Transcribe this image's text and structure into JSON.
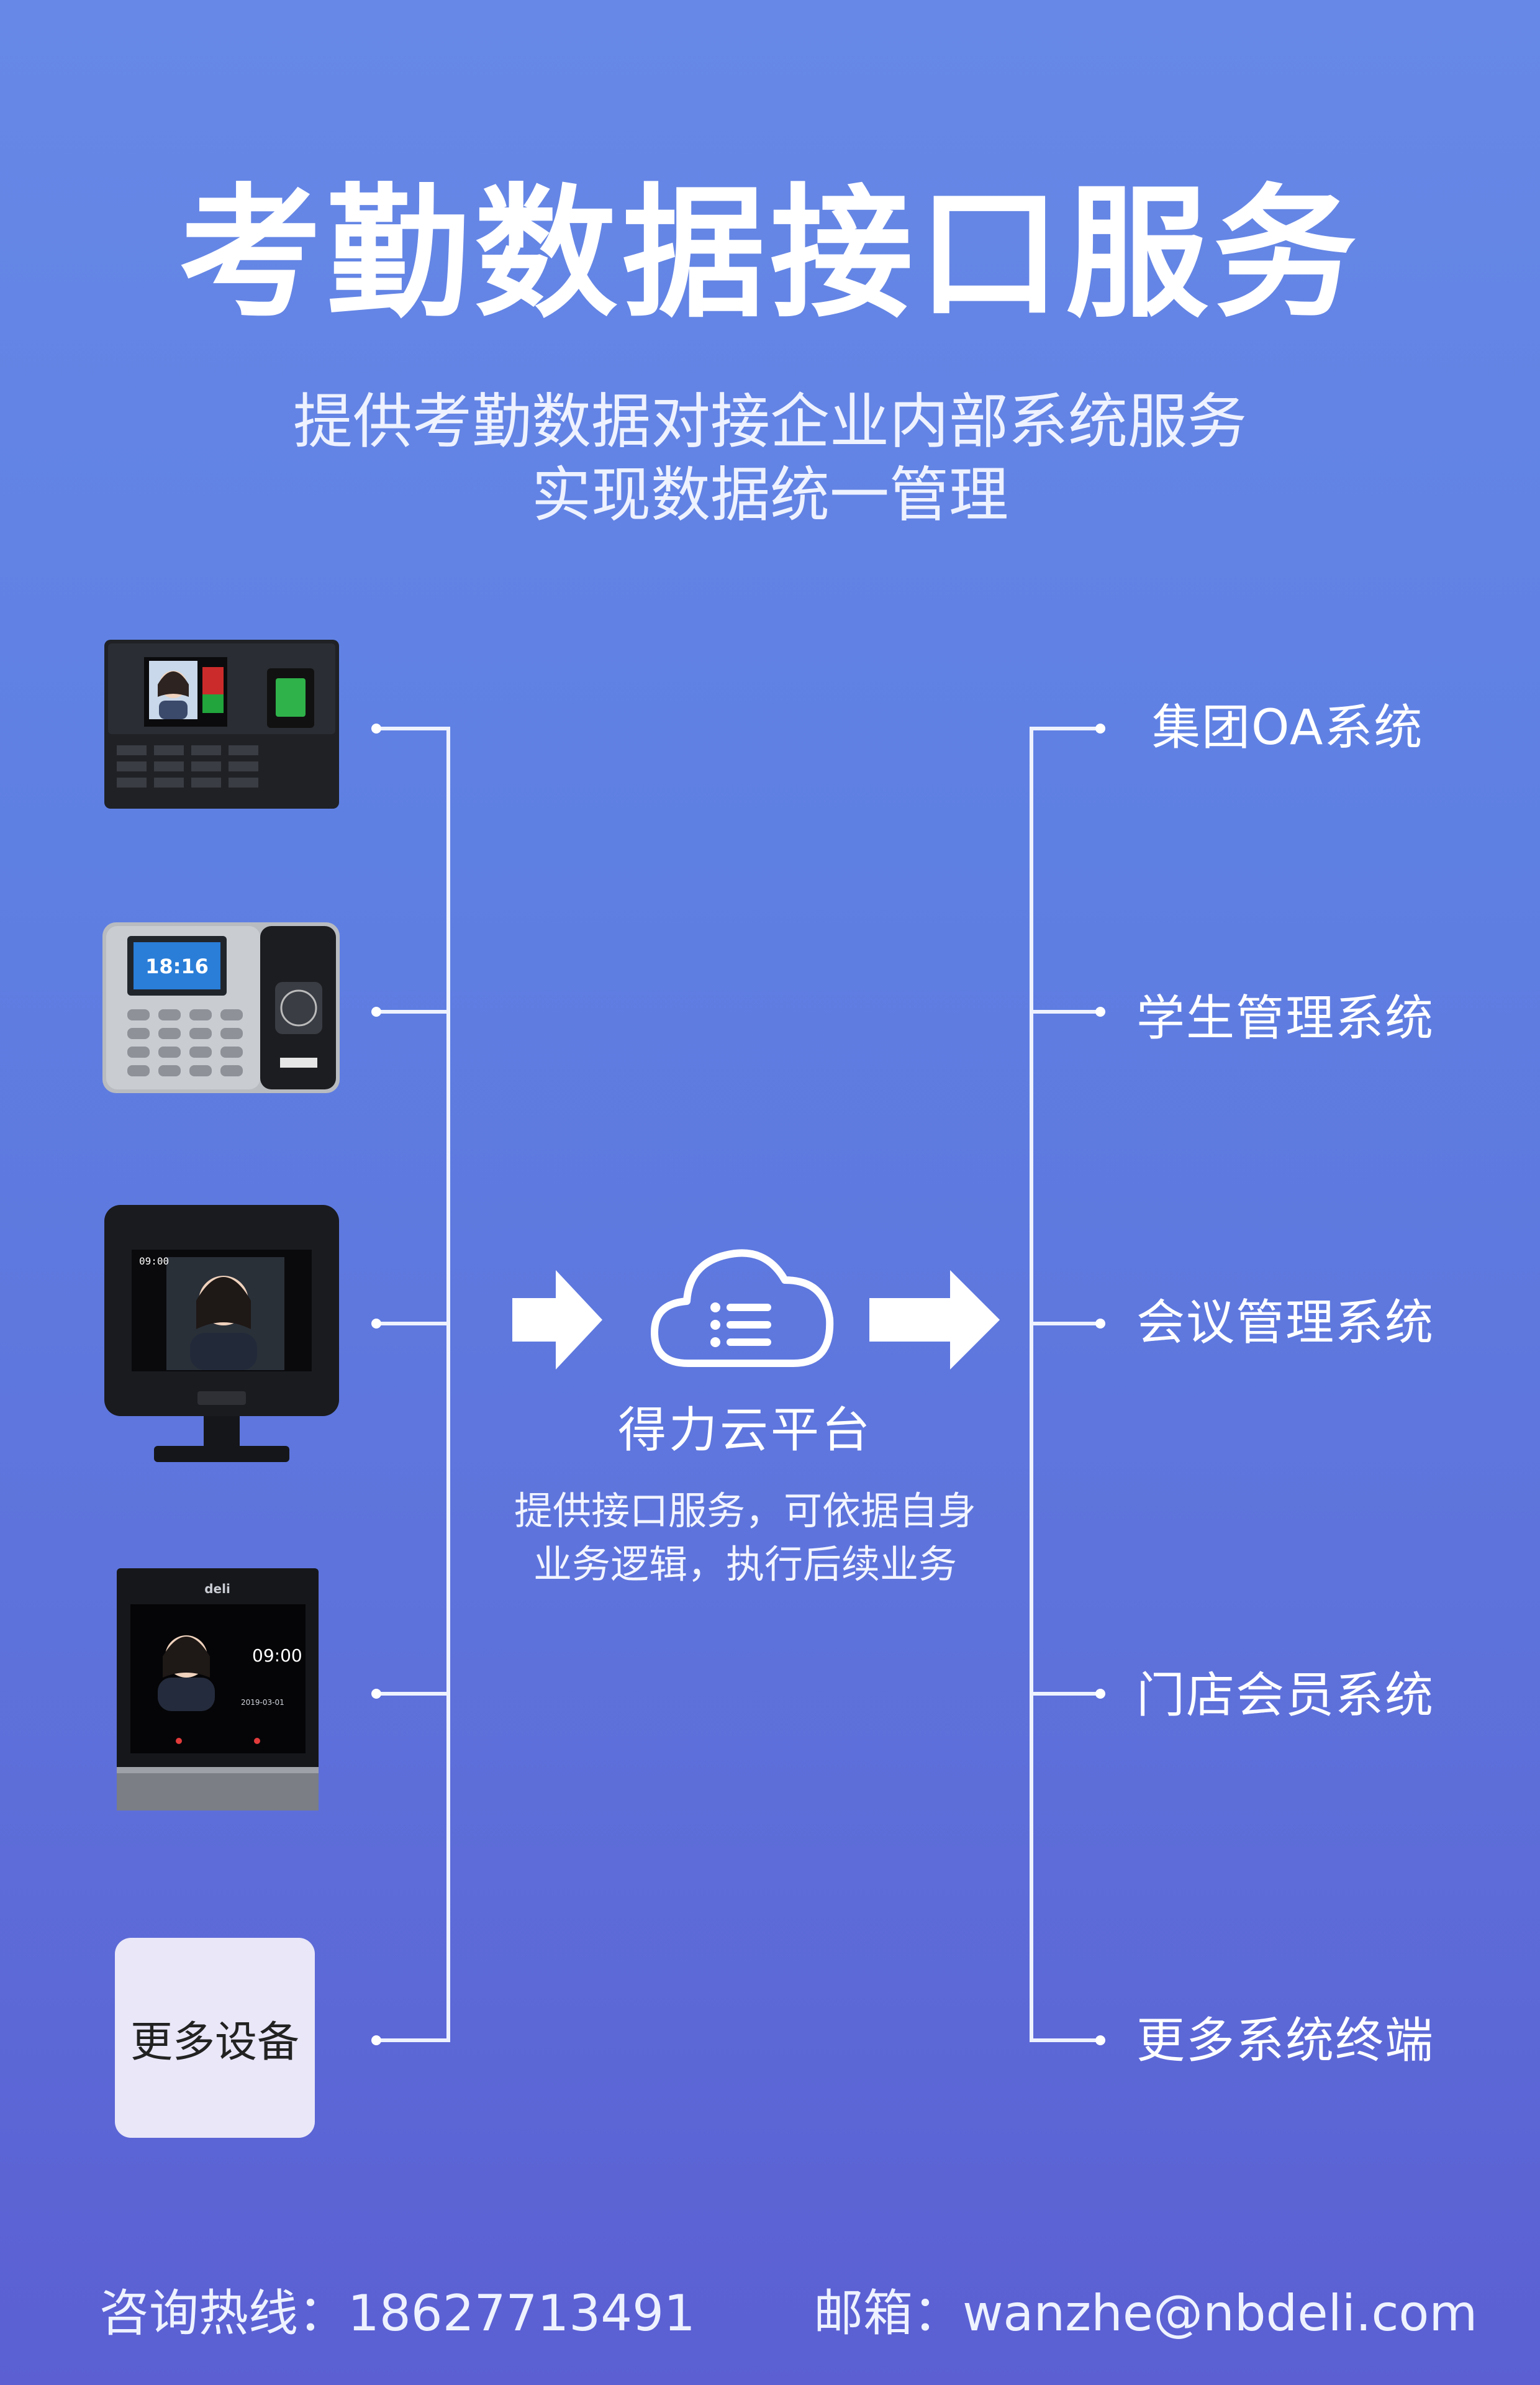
{
  "header": {
    "title": "考勤数据接口服务",
    "subtitle_line1": "提供考勤数据对接企业内部系统服务",
    "subtitle_line2": "实现数据统一管理"
  },
  "devices": {
    "more_devices_label": "更多设备",
    "device2_screen_time": "18:16",
    "device3_screen_time": "09:00",
    "device4_screen_time": "09:00",
    "device4_screen_date": "2019-03-01",
    "brand_mark": "deli"
  },
  "platform": {
    "title": "得力云平台",
    "desc_line1": "提供接口服务，可依据自身",
    "desc_line2": "业务逻辑，执行后续业务"
  },
  "systems": [
    "集团OA系统",
    "学生管理系统",
    "会议管理系统",
    "门店会员系统",
    "更多系统终端"
  ],
  "footer": {
    "hotline_label": "咨询热线：",
    "hotline_value": "18627713491",
    "email_label": "邮箱：",
    "email_value": "wanzhe@nbdeli.com"
  },
  "colors": {
    "bg_top": "#6788e6",
    "bg_bottom": "#5b5fd2",
    "text": "#ffffff",
    "more_devices_bg": "#e9e7f8"
  }
}
